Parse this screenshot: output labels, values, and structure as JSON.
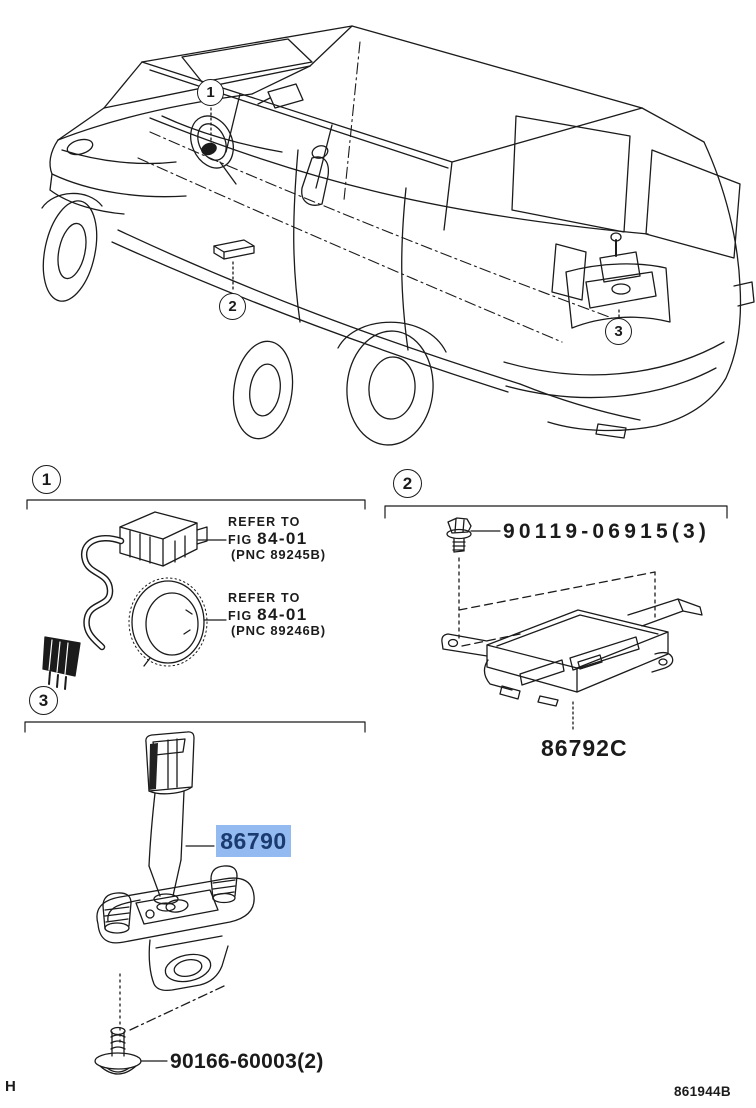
{
  "colors": {
    "highlight_bg": "#93BBF2",
    "highlight_text": "#1A3A70",
    "ink": "#1b1b1b"
  },
  "vehicle_callouts": {
    "c1": "1",
    "c2": "2",
    "c3": "3"
  },
  "sections": {
    "s1": {
      "number": "1",
      "ref_a": {
        "line1": "REFER TO",
        "fig": "FIG ",
        "fig_no": "84-01",
        "pnc": "(PNC 89245B)"
      },
      "ref_b": {
        "line1": "REFER TO",
        "fig": "FIG ",
        "fig_no": "84-01",
        "pnc": "(PNC 89246B)"
      }
    },
    "s2": {
      "number": "2",
      "bolt_part": "90119-06915(3)",
      "ecu_part": "86792C"
    },
    "s3": {
      "number": "3",
      "camera_part": "86790",
      "screw_part": "90166-60003(2)"
    }
  },
  "footer": {
    "left": "H",
    "right": "861944B"
  }
}
